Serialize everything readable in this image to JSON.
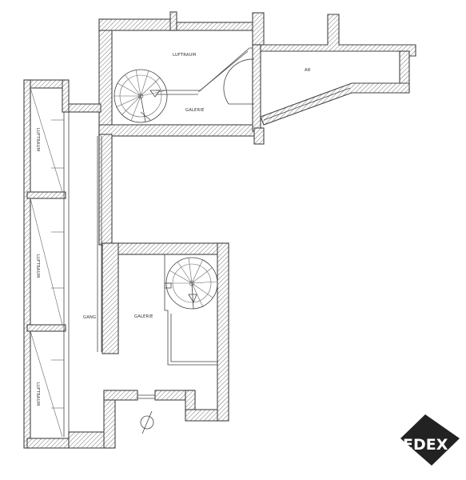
{
  "labels": {
    "luftraum_top": "LUFTRAUM",
    "ar": "AR",
    "galerie_top": "GALERIE",
    "luftraum_left_1": "LUFTRAUM",
    "luftraum_left_2": "LUFTRAUM",
    "luftraum_left_3": "LUFTRAUM",
    "gang": "GANG",
    "galerie_bottom": "GALERIE"
  },
  "logo": {
    "text": "EDEX",
    "color": "#222222"
  },
  "colors": {
    "wall_hatch": "#555555",
    "line": "#444444"
  }
}
